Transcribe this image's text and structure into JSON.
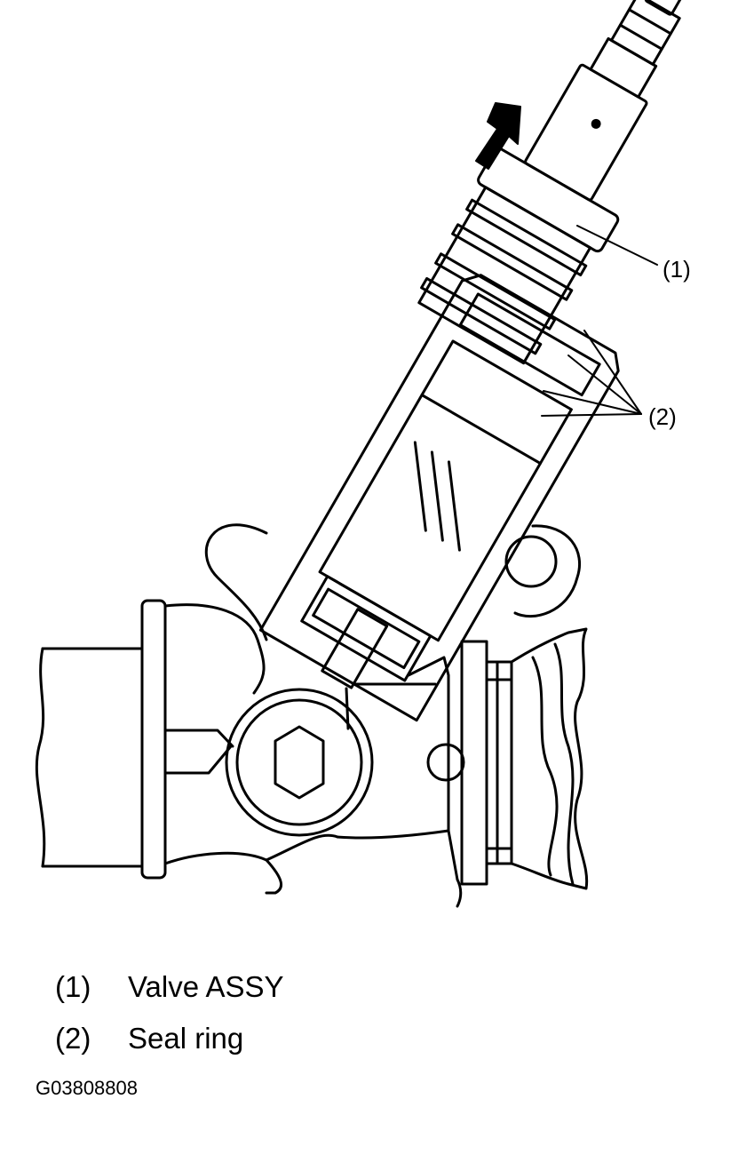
{
  "callouts": [
    {
      "id": "1",
      "text": "(1)"
    },
    {
      "id": "2",
      "text": "(2)"
    }
  ],
  "legend": [
    {
      "num": "(1)",
      "label": "Valve ASSY"
    },
    {
      "num": "(2)",
      "label": "Seal ring"
    }
  ],
  "figure_code": "G03808808",
  "icons": {
    "direction": "arrow-up-right-icon"
  },
  "colors": {
    "ink": "#000000",
    "paper": "#ffffff"
  }
}
